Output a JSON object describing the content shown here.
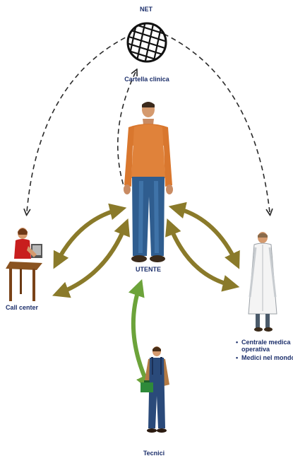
{
  "labels": {
    "net": "NET",
    "cartella": "Cartella clinica",
    "utente": "UTENTE",
    "call_center": "Call center",
    "tecnici": "Tecnici"
  },
  "centrale": {
    "items": [
      "Centrale medica operativa",
      "Medici nel mondo"
    ]
  },
  "colors": {
    "label_text": "#1c2f6b",
    "olive_arrow": "#8a7a2a",
    "green_arrow": "#6ca33a",
    "dashed_line": "#2a2a2a"
  }
}
